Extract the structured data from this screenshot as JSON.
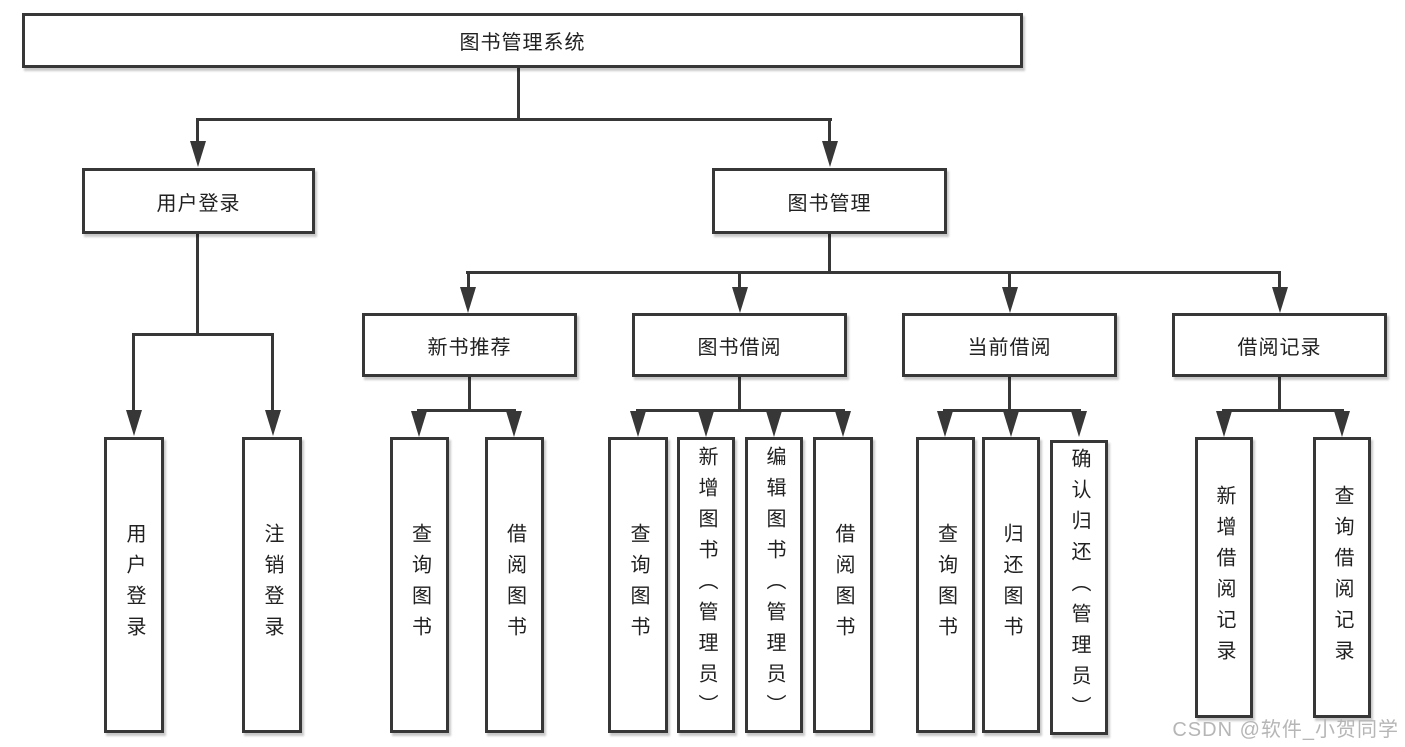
{
  "watermark": "CSDN @软件_小贺同学",
  "colors": {
    "line": "#373737",
    "box_background": "#ffffff",
    "text": "#212121",
    "watermark": "#b6b6b6"
  },
  "tree": {
    "root": "图书管理系统",
    "children": [
      {
        "label": "用户登录",
        "children": [
          {
            "label": "用户登录"
          },
          {
            "label": "注销登录"
          }
        ]
      },
      {
        "label": "图书管理",
        "children": [
          {
            "label": "新书推荐",
            "children": [
              {
                "label": "查询图书"
              },
              {
                "label": "借阅图书"
              }
            ]
          },
          {
            "label": "图书借阅",
            "children": [
              {
                "label": "查询图书"
              },
              {
                "label": "新增图书（管理员）"
              },
              {
                "label": "编辑图书（管理员）"
              },
              {
                "label": "借阅图书"
              }
            ]
          },
          {
            "label": "当前借阅",
            "children": [
              {
                "label": "查询图书"
              },
              {
                "label": "归还图书"
              },
              {
                "label": "确认归还（管理员）"
              }
            ]
          },
          {
            "label": "借阅记录",
            "children": [
              {
                "label": "新增借阅记录"
              },
              {
                "label": "查询借阅记录"
              }
            ]
          }
        ]
      }
    ]
  }
}
